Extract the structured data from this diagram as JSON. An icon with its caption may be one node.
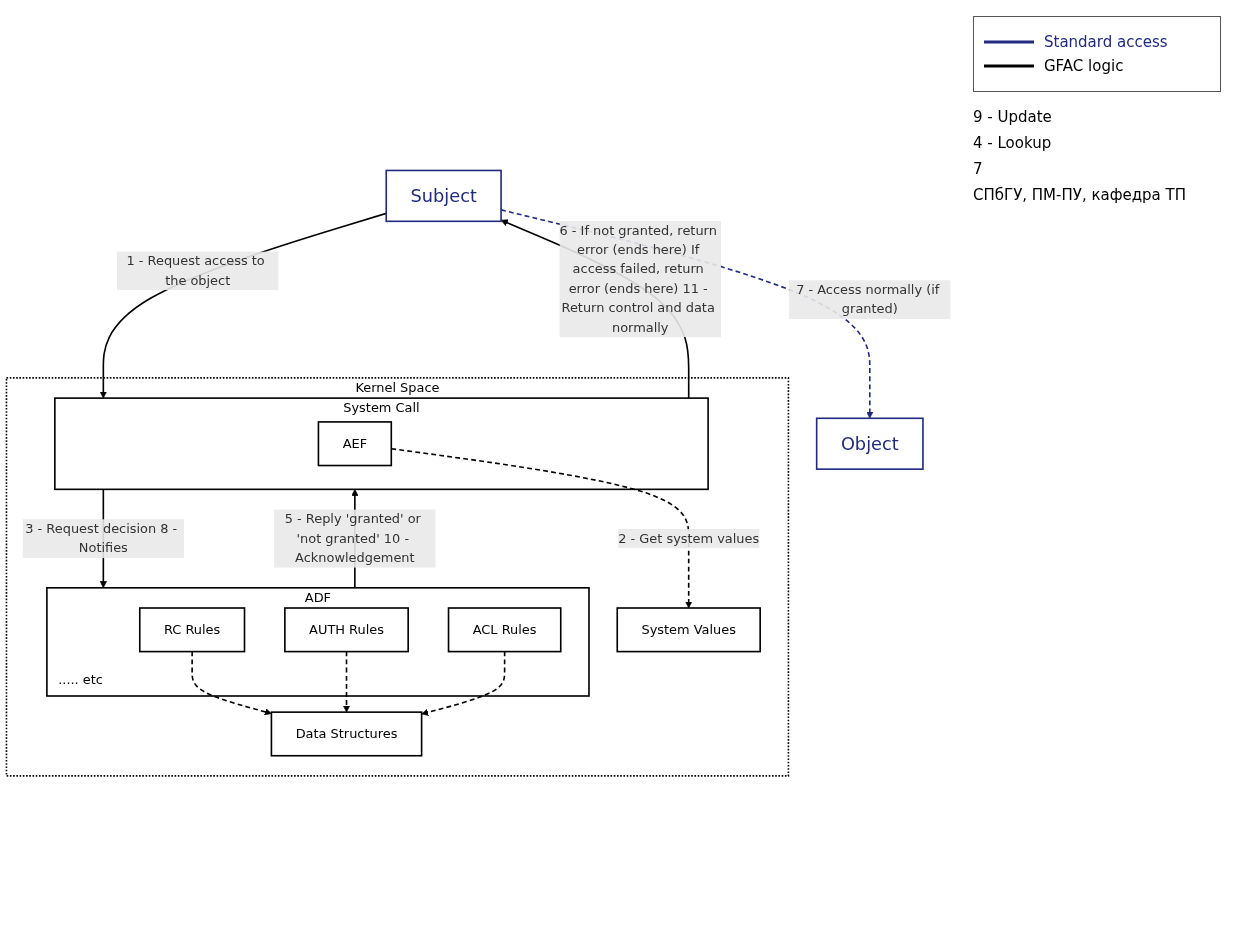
{
  "diagram": {
    "nodes": [
      {
        "text": [
          "Subject"
        ]
      },
      {
        "text": [
          "Kernel Space"
        ]
      },
      {
        "text": [
          "System Call"
        ],
        "in": 1
      },
      {
        "text": [
          "AEF"
        ],
        "in": 2
      },
      {
        "text": [
          "ADF",
          "..... etc"
        ],
        "in": 1
      },
      {
        "text": [
          "RC Rules"
        ],
        "in": 4
      },
      {
        "text": [
          "AUTH Rules"
        ],
        "in": 4
      },
      {
        "text": [
          "ACL Rules"
        ],
        "in": 4
      },
      {
        "text": [
          "System Values"
        ],
        "in": 1
      },
      {
        "text": [
          "Data Structures"
        ],
        "in": 1
      },
      {
        "text": [
          "Object"
        ]
      }
    ],
    "edges": [
      {
        "from": 0,
        "to": 2,
        "arrow": "to",
        "label": "1 - Request access to the object"
      },
      {
        "from": 2,
        "to": 0,
        "arrow": "to",
        "label": "6 - If not granted, return error (ends here) If access failed, return error (ends here) 11 - Return control and data normally"
      },
      {
        "from": 0,
        "to": 10,
        "arrow": "to",
        "style": "dashed",
        "color": "#1f2a80",
        "label": "7 - Access normally (if granted)"
      },
      {
        "from": 2,
        "to": 4,
        "arrow": "to",
        "label": "3 - Request decision 8 - Notifies"
      },
      {
        "from": 4,
        "to": 2,
        "arrow": "to",
        "label": "5 - Reply 'granted' or 'not granted' 10 - Acknowledgement"
      },
      {
        "from": 3,
        "to": 8,
        "arrow": "to",
        "style": "dashed",
        "label": "2 - Get system values"
      },
      {
        "from": 5,
        "to": 9,
        "arrow": "to",
        "style": "dashed"
      },
      {
        "from": 6,
        "to": 9,
        "arrow": "to",
        "style": "dashed"
      },
      {
        "from": 7,
        "to": 9,
        "arrow": "to",
        "style": "dashed"
      }
    ],
    "labels": [
      "9 - Update",
      "4 - Lookup",
      "7",
      "СПбГУ, ПМ-ПУ, кафедра ТП"
    ],
    "legend": [
      {
        "text": "Standard access"
      },
      {
        "text": "GFAC logic"
      }
    ]
  }
}
